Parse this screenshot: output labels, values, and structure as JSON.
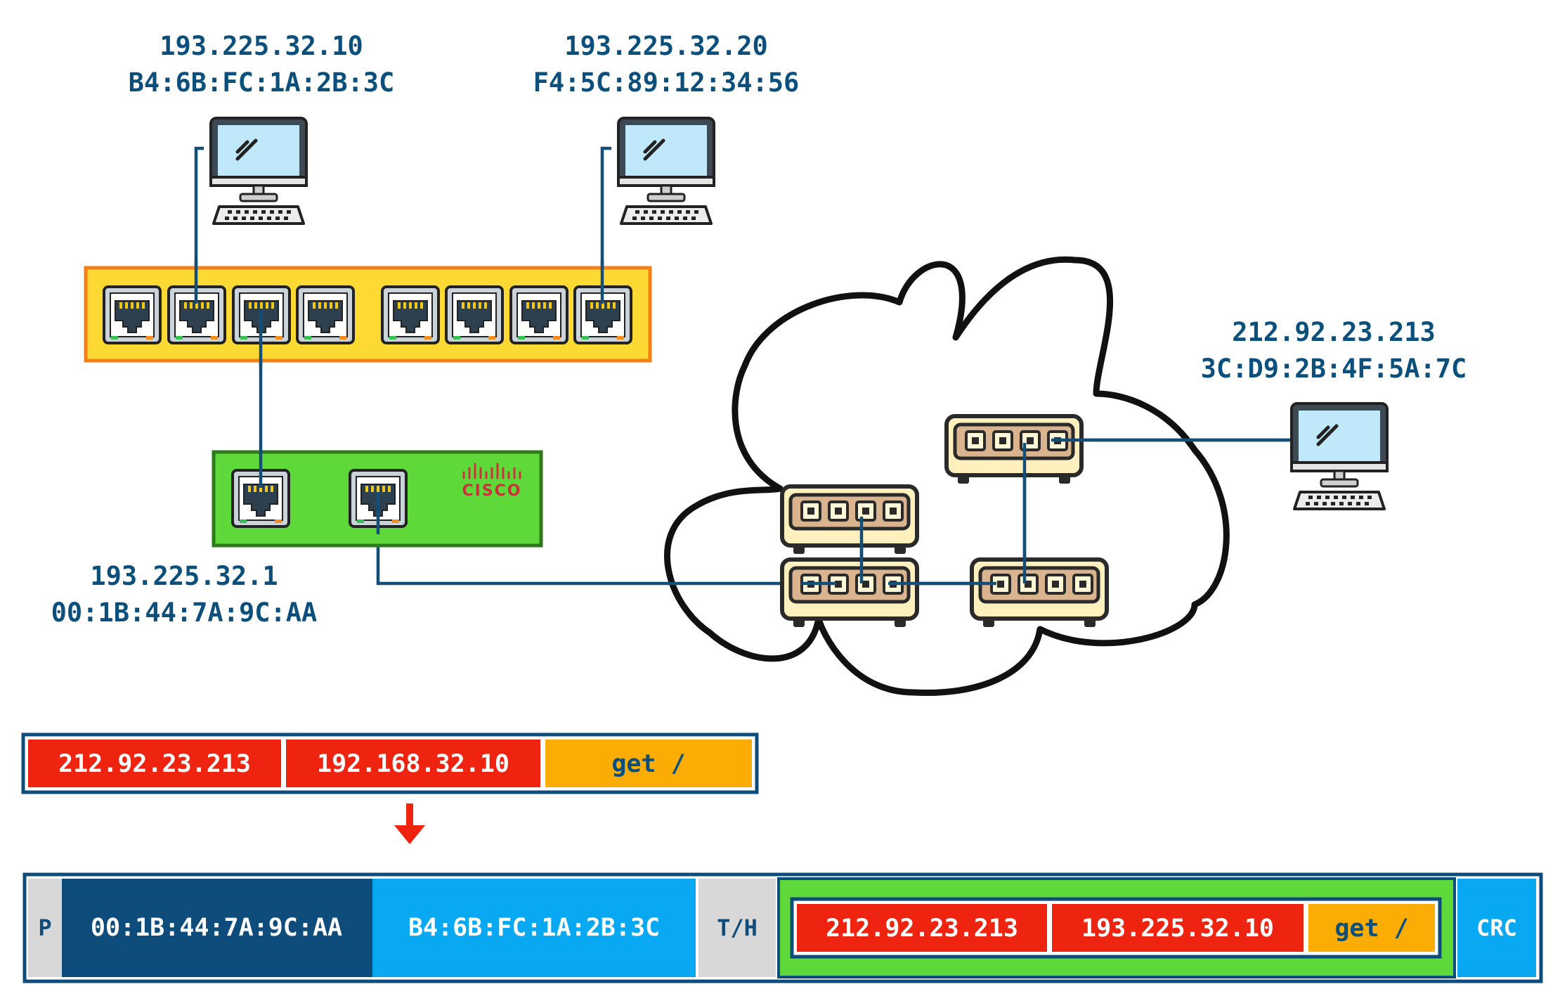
{
  "colors": {
    "label": "#0b4f7c",
    "wire": "#124e78",
    "red": "#ee2411",
    "orange": "#fbad05",
    "switch_fill": "#fdd933",
    "switch_border": "#f47e18",
    "router_fill": "#5fd93a",
    "router_border": "#2c7a1c",
    "mac_dark": "#0e4c7c",
    "mac_light": "#08a8f3",
    "grey": "#d8d8d8",
    "hub_fill": "#d9b48f",
    "hub_border": "#2a2a2a"
  },
  "hosts": [
    {
      "ip": "193.225.32.10",
      "mac": "B4:6B:FC:1A:2B:3C"
    },
    {
      "ip": "193.225.32.20",
      "mac": "F4:5C:89:12:34:56"
    },
    {
      "ip": "212.92.23.213",
      "mac": "3C:D9:2B:4F:5A:7C"
    }
  ],
  "router": {
    "ip": "193.225.32.1",
    "mac": "00:1B:44:7A:9C:AA",
    "brand": "CISCO"
  },
  "packet": {
    "src": "212.92.23.213",
    "dst": "192.168.32.10",
    "payload": "get /"
  },
  "frame": {
    "preamble": "P",
    "dst_mac": "00:1B:44:7A:9C:AA",
    "src_mac": "B4:6B:FC:1A:2B:3C",
    "type": "T/H",
    "ip_src": "212.92.23.213",
    "ip_dst": "193.225.32.10",
    "payload": "get /",
    "crc": "CRC"
  },
  "icons": [
    "computer-icon",
    "ethernet-port-icon",
    "network-hub-icon",
    "cloud-shape",
    "cisco-logo",
    "down-arrow-icon"
  ]
}
